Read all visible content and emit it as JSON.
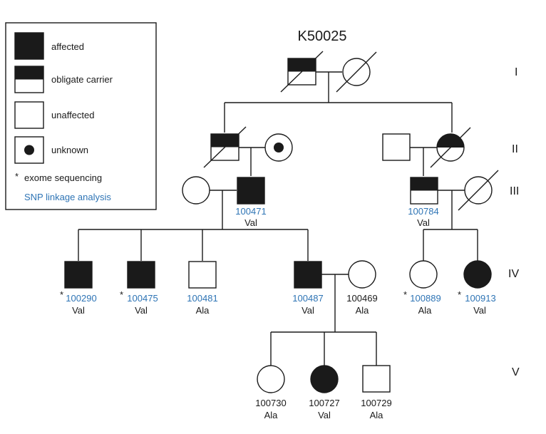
{
  "title": "K50025",
  "generations": [
    "I",
    "II",
    "III",
    "IV",
    "V"
  ],
  "legend": {
    "affected": "affected",
    "obligate_carrier": "obligate carrier",
    "unaffected": "unaffected",
    "unknown": "unknown",
    "exome_mark": "*",
    "exome": "exome sequencing",
    "snp": "SNP linkage analysis",
    "snp_color": "#2e74b5"
  },
  "individuals": {
    "iii_male": {
      "id": "100471",
      "allele": "Val"
    },
    "iii_right_male": {
      "id": "100784",
      "allele": "Val"
    },
    "iv_1": {
      "star": "*",
      "id": "100290",
      "allele": "Val"
    },
    "iv_2": {
      "star": "*",
      "id": "100475",
      "allele": "Val"
    },
    "iv_3": {
      "id": "100481",
      "allele": "Ala"
    },
    "iv_4": {
      "id": "100487",
      "allele": "Val"
    },
    "iv_5": {
      "id": "100469",
      "allele": "Ala"
    },
    "iv_6": {
      "star": "*",
      "id": "100889",
      "allele": "Ala"
    },
    "iv_7": {
      "star": "*",
      "id": "100913",
      "allele": "Val"
    },
    "v_1": {
      "id": "100730",
      "allele": "Ala"
    },
    "v_2": {
      "id": "100727",
      "allele": "Val"
    },
    "v_3": {
      "id": "100729",
      "allele": "Ala"
    }
  }
}
